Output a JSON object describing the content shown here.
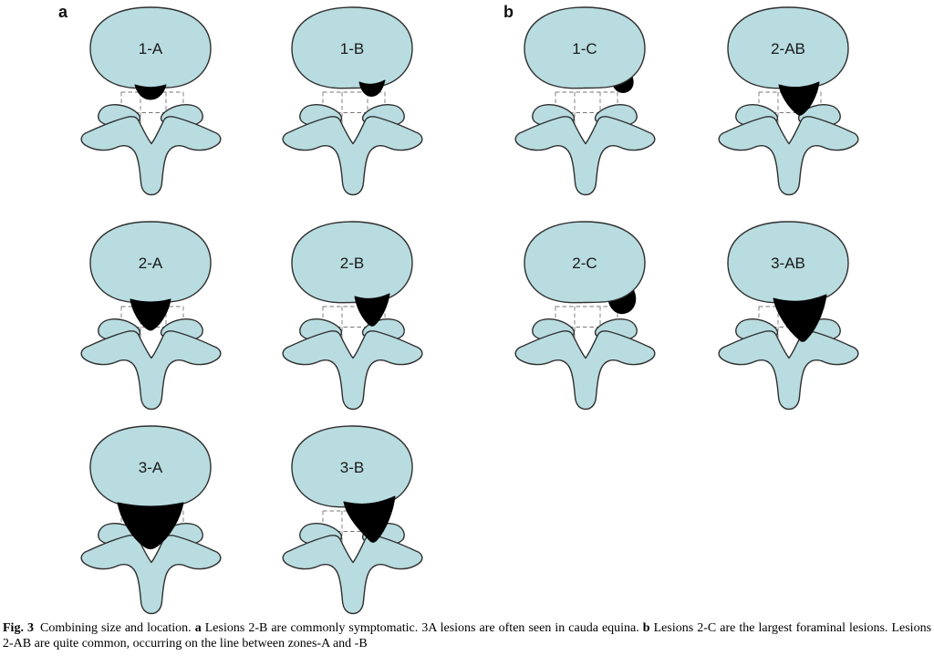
{
  "colors": {
    "body_fill": "#b8dce0",
    "outline": "#2f2f2f",
    "dashed_line": "#777777",
    "lesion": "#000000",
    "label_text": "#1a1a1a"
  },
  "panels": [
    {
      "label": "a",
      "cells": [
        {
          "label": "1-A",
          "size": 1,
          "zone": "A"
        },
        {
          "label": "1-B",
          "size": 1,
          "zone": "B"
        },
        {
          "label": "2-A",
          "size": 2,
          "zone": "A"
        },
        {
          "label": "2-B",
          "size": 2,
          "zone": "B"
        },
        {
          "label": "3-A",
          "size": 3,
          "zone": "A"
        },
        {
          "label": "3-B",
          "size": 3,
          "zone": "B"
        }
      ]
    },
    {
      "label": "b",
      "cells": [
        {
          "label": "1-C",
          "size": 1,
          "zone": "C"
        },
        {
          "label": "2-AB",
          "size": 2,
          "zone": "AB"
        },
        {
          "label": "2-C",
          "size": 2,
          "zone": "C"
        },
        {
          "label": "3-AB",
          "size": 3,
          "zone": "AB"
        }
      ]
    }
  ],
  "caption": {
    "fig_label": "Fig. 3",
    "part1": "Combining size and location.",
    "bold1": "a",
    "part2": "Lesions 2-B are commonly symptomatic. 3A lesions are often seen in cauda equina.",
    "bold2": "b",
    "part3": "Lesions 2-C are the largest foraminal lesions. Lesions 2-AB are quite common, occurring on the line between zones-A and -B"
  }
}
